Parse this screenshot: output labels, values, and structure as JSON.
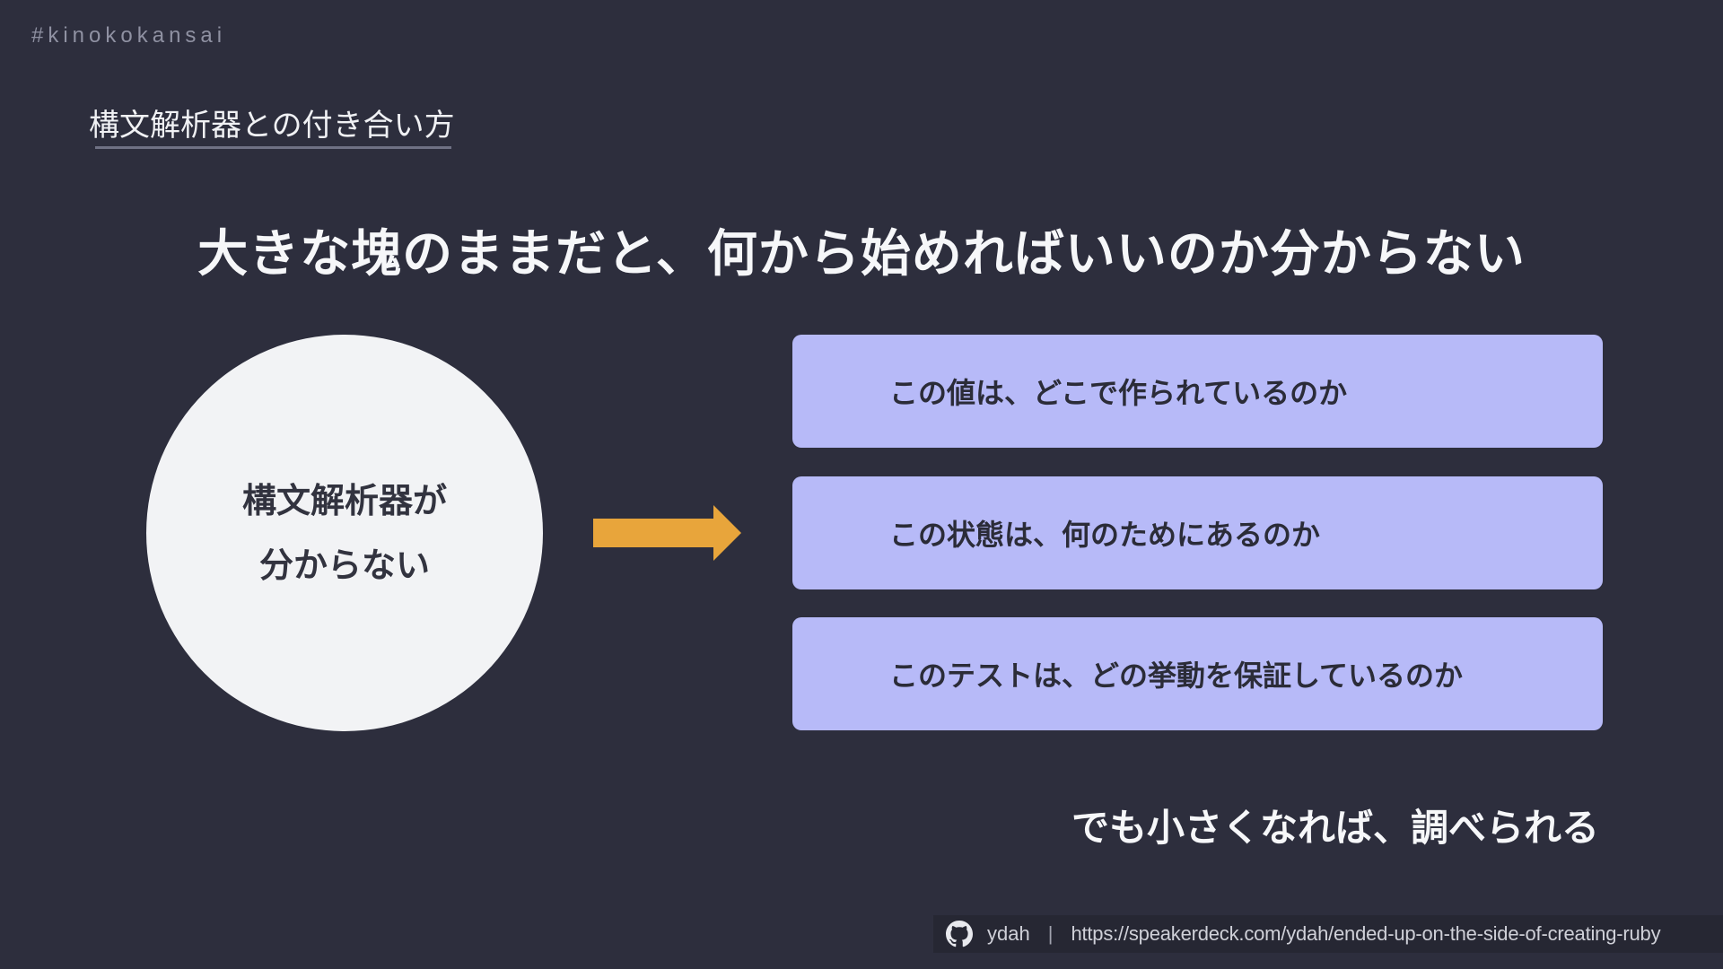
{
  "hashtag": "#kinokokansai",
  "section_title": "構文解析器との付き合い方",
  "main_heading": "大きな塊のままだと、何から始めればいいのか分からない",
  "circle": {
    "line1": "構文解析器が",
    "line2": "分からない"
  },
  "questions": [
    "この値は、どこで作られているのか",
    "この状態は、何のためにあるのか",
    "このテストは、どの挙動を保証しているのか"
  ],
  "conclusion": "でも小さくなれば、調べられる",
  "footer": {
    "user": "ydah",
    "separator": "|",
    "url": "https://speakerdeck.com/ydah/ended-up-on-the-side-of-creating-ruby"
  },
  "colors": {
    "background": "#2d2e3d",
    "circle": "#f2f3f5",
    "box": "#b7baf8",
    "arrow": "#e8a53b"
  },
  "icons": {
    "arrow": "right-arrow-icon",
    "footer": "github-icon"
  }
}
